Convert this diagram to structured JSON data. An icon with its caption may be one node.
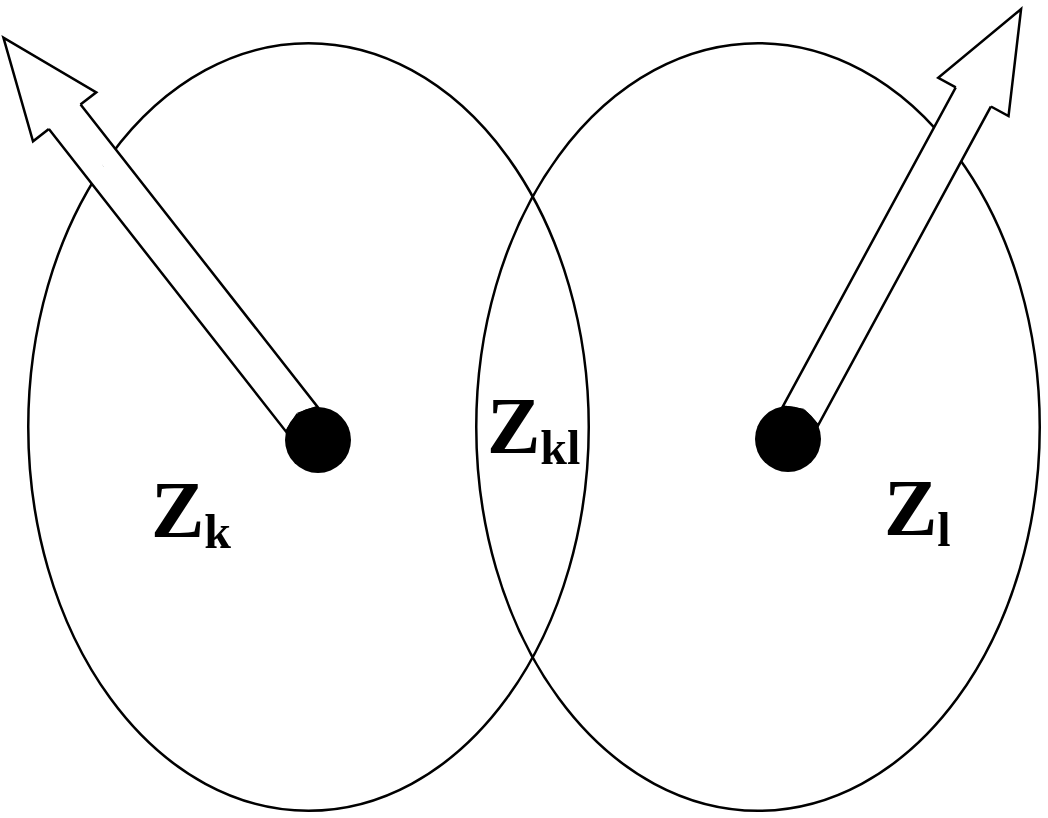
{
  "diagram": {
    "nodes": [
      {
        "text": [
          "Z$_{k}$"
        ]
      },
      {
        "text": [],
        "shape": "circle",
        "in": 0
      },
      {
        "text": [
          "Z$_{l}$"
        ]
      },
      {
        "text": [],
        "shape": "circle",
        "in": 2
      }
    ],
    "edges": [
      {
        "from": 1,
        "to": null,
        "arrow": "to"
      },
      {
        "from": 3,
        "to": null,
        "arrow": "to"
      }
    ],
    "labels": [
      "Z$_{kl}$"
    ]
  }
}
